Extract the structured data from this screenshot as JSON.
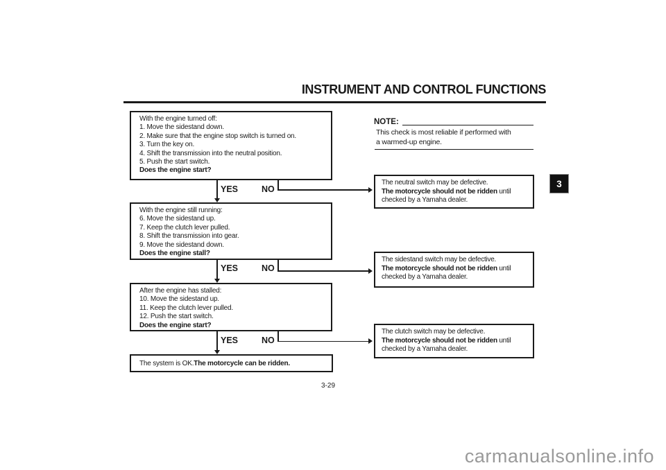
{
  "page": {
    "title": "INSTRUMENT AND CONTROL FUNCTIONS",
    "page_number": "3-29",
    "chapter_tab": "3",
    "watermark": "carmanualsonline.info"
  },
  "colors": {
    "ink": "#1a1a1a",
    "watermark_gray": "#9a9a9a",
    "tab_background": "#111111",
    "tab_text": "#ffffff"
  },
  "note": {
    "label": "NOTE:",
    "line1": "This check is most reliable if performed with",
    "line2": "a warmed-up engine."
  },
  "flow": {
    "yes": "YES",
    "no": "NO",
    "box1": {
      "l1": "With the engine turned off:",
      "l2": "1. Move the sidestand down.",
      "l3": "2. Make sure that the engine stop switch is turned on.",
      "l4": "3. Turn the key on.",
      "l5": "4. Shift the transmission into the neutral position.",
      "l6": "5. Push the start switch.",
      "q": "Does the engine start?"
    },
    "box2": {
      "l1": "With the engine still running:",
      "l2": "6. Move the sidestand up.",
      "l3": "7. Keep the clutch lever pulled.",
      "l4": "8. Shift the transmission into gear.",
      "l5": "9. Move the sidestand down.",
      "q": "Does the engine stall?"
    },
    "box3": {
      "l1": "After the engine has stalled:",
      "l2": "10. Move the sidestand up.",
      "l3": "11. Keep the clutch lever pulled.",
      "l4": "12. Push the start switch.",
      "q": "Does the engine start?"
    },
    "result1": {
      "line1": "The neutral switch may be defective.",
      "line2_bold": "The motorcycle should not be ridden",
      "line2_rest": " until",
      "line3": "checked by a Yamaha dealer."
    },
    "result2": {
      "line1": "The sidestand switch may be defective.",
      "line2_bold": "The motorcycle should not be ridden",
      "line2_rest": " until",
      "line3": "checked by a Yamaha dealer."
    },
    "result3": {
      "line1": "The clutch switch may be defective.",
      "line2_bold": "The motorcycle should not be ridden",
      "line2_rest": " until",
      "line3": "checked by a Yamaha dealer."
    },
    "ok": {
      "normal": "The system is OK. ",
      "bold": "The motorcycle can be ridden."
    }
  }
}
